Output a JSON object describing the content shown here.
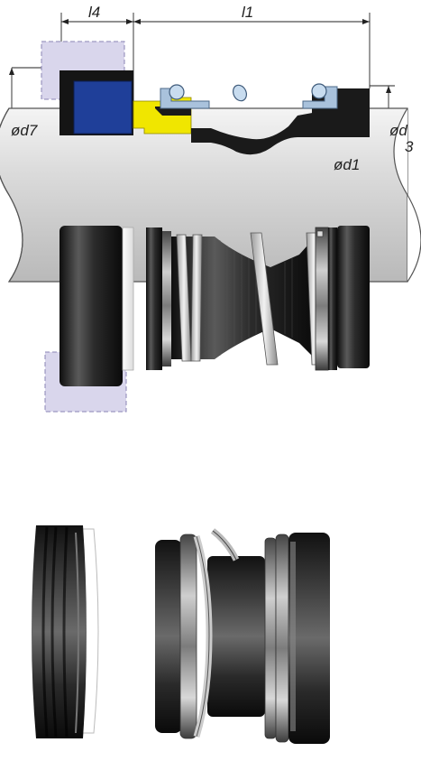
{
  "dimensions": {
    "l4": "l4",
    "l1": "l1",
    "d7": "ød7",
    "d1": "ød1",
    "d": "ød",
    "d_suffix": "3"
  },
  "colors": {
    "shaft": "#e2e2e2",
    "seat_ring": "#1f3f99",
    "seal_face": "#f0e600",
    "bellows": "#1a1a1a",
    "spring_ring": "#a9c2dc",
    "phantom": "#d9d6ec"
  }
}
